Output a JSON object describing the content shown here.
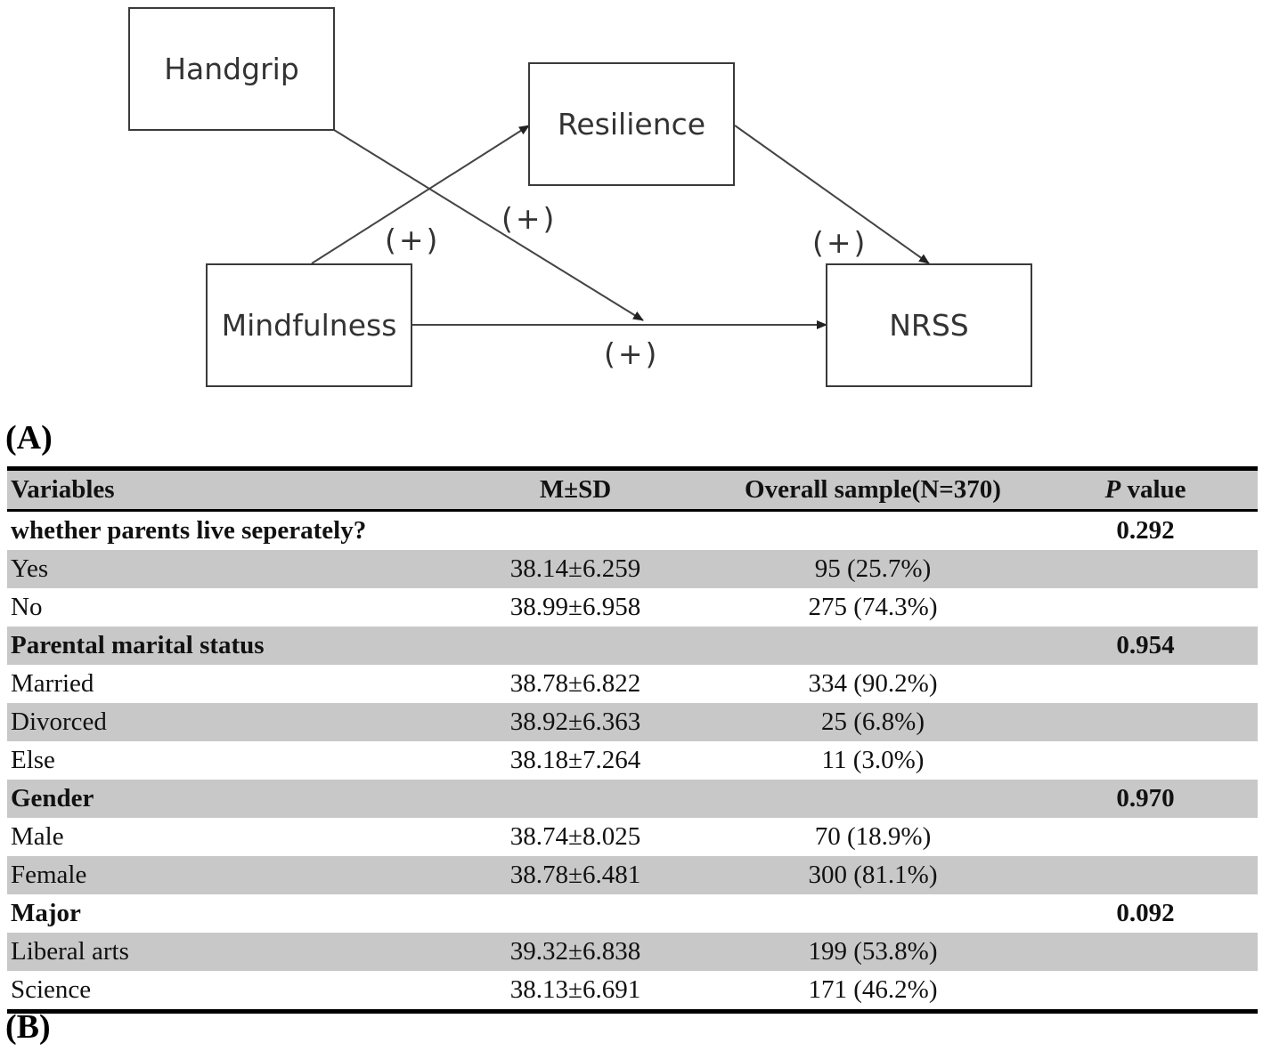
{
  "diagram": {
    "nodes": {
      "handgrip": "Handgrip",
      "resilience": "Resilience",
      "mindfulness": "Mindfulness",
      "nrss": "NRSS"
    },
    "edges": [
      {
        "from": "Mindfulness",
        "to": "Resilience",
        "sign": "(+)"
      },
      {
        "from": "Handgrip",
        "to": "Mindfulness→NRSS path",
        "sign": "(+)"
      },
      {
        "from": "Resilience",
        "to": "NRSS",
        "sign": "(+)"
      },
      {
        "from": "Mindfulness",
        "to": "NRSS",
        "sign": "(+)"
      }
    ],
    "signs": {
      "mindfulness_resilience": "(+)",
      "handgrip_moderation": "(+)",
      "resilience_nrss": "(+)",
      "mindfulness_nrss": "(+)"
    }
  },
  "panel_labels": {
    "a": "(A)",
    "b": "(B)"
  },
  "table": {
    "headers": {
      "variables": "Variables",
      "msd": "M±SD",
      "overall": "Overall sample(N=370)",
      "p_italic": "P",
      "p_rest": " value"
    },
    "rows": [
      {
        "label": "whether parents live seperately?",
        "msd": "",
        "overall": "",
        "p": "0.292",
        "group": true
      },
      {
        "label": "Yes",
        "msd": "38.14±6.259",
        "overall": "95 (25.7%)",
        "p": ""
      },
      {
        "label": "No",
        "msd": "38.99±6.958",
        "overall": "275 (74.3%)",
        "p": ""
      },
      {
        "label": "Parental marital status",
        "msd": "",
        "overall": "",
        "p": "0.954",
        "group": true
      },
      {
        "label": "Married",
        "msd": "38.78±6.822",
        "overall": "334 (90.2%)",
        "p": ""
      },
      {
        "label": "Divorced",
        "msd": "38.92±6.363",
        "overall": "25 (6.8%)",
        "p": ""
      },
      {
        "label": "Else",
        "msd": "38.18±7.264",
        "overall": "11 (3.0%)",
        "p": ""
      },
      {
        "label": "Gender",
        "msd": "",
        "overall": "",
        "p": "0.970",
        "group": true
      },
      {
        "label": "Male",
        "msd": "38.74±8.025",
        "overall": "70 (18.9%)",
        "p": ""
      },
      {
        "label": "Female",
        "msd": "38.78±6.481",
        "overall": "300 (81.1%)",
        "p": ""
      },
      {
        "label": "Major",
        "msd": "",
        "overall": "",
        "p": "0.092",
        "group": true
      },
      {
        "label": "Liberal arts",
        "msd": "39.32±6.838",
        "overall": "199 (53.8%)",
        "p": ""
      },
      {
        "label": "Science",
        "msd": "38.13±6.691",
        "overall": "171 (46.2%)",
        "p": ""
      }
    ]
  }
}
